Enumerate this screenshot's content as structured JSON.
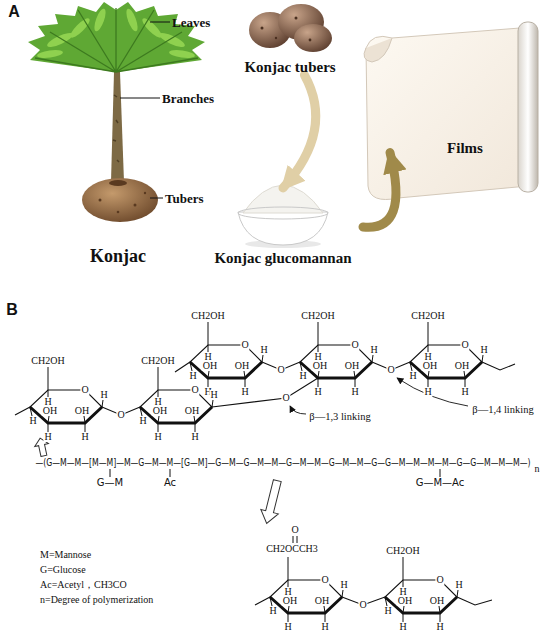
{
  "diagram": {
    "nodes": [
      {
        "text": [
          "Konjac tubers"
        ]
      },
      {
        "text": [
          "Konjac glucomannan"
        ]
      },
      {
        "text": [
          "Films"
        ]
      }
    ],
    "edges": [
      {
        "from": 0,
        "to": 1,
        "arrow": "to"
      },
      {
        "from": 1,
        "to": 2,
        "arrow": "to"
      }
    ],
    "labels": [
      "A",
      "Leaves",
      "Branches",
      "Tubers",
      "Konjac",
      "B",
      "CH2OH",
      "O",
      "H",
      "H",
      "OH",
      "H",
      "OH",
      "H",
      "H",
      "CH2OH",
      "O",
      "H",
      "H",
      "OH",
      "H",
      "OH",
      "H",
      "H",
      "CH2OH",
      "O",
      "H",
      "H",
      "OH",
      "H",
      "OH",
      "H",
      "H",
      "O",
      "O",
      "CH2OH",
      "O",
      "H",
      "H",
      "OH",
      "H",
      "OH",
      "H",
      "H",
      "CH2OH",
      "O",
      "H",
      "H",
      "OH",
      "H",
      "OH",
      "H",
      "H",
      "O",
      "O",
      "β—1,3 linking",
      "β—1,4 linking",
      "—(G—M—M—[M—M]—M—G—M—M—[G—M]—G—M—G—M—M—G—M—M—G—M—M—G—G—M—M—M—M—G—G—M—M—M—)",
      "n",
      "G—M",
      "Ac",
      "G—M—Ac",
      "M=Mannose",
      "G=Glucose",
      "Ac=Acetyl，CH3CO",
      "n=Degree of polymerization",
      "CH2OCCH3",
      "O",
      "H",
      "H",
      "OH",
      "H",
      "OH",
      "H",
      "H",
      "O",
      "CH2OH",
      "O",
      "H",
      "H",
      "OH",
      "H",
      "OH",
      "H",
      "H",
      "O"
    ]
  }
}
